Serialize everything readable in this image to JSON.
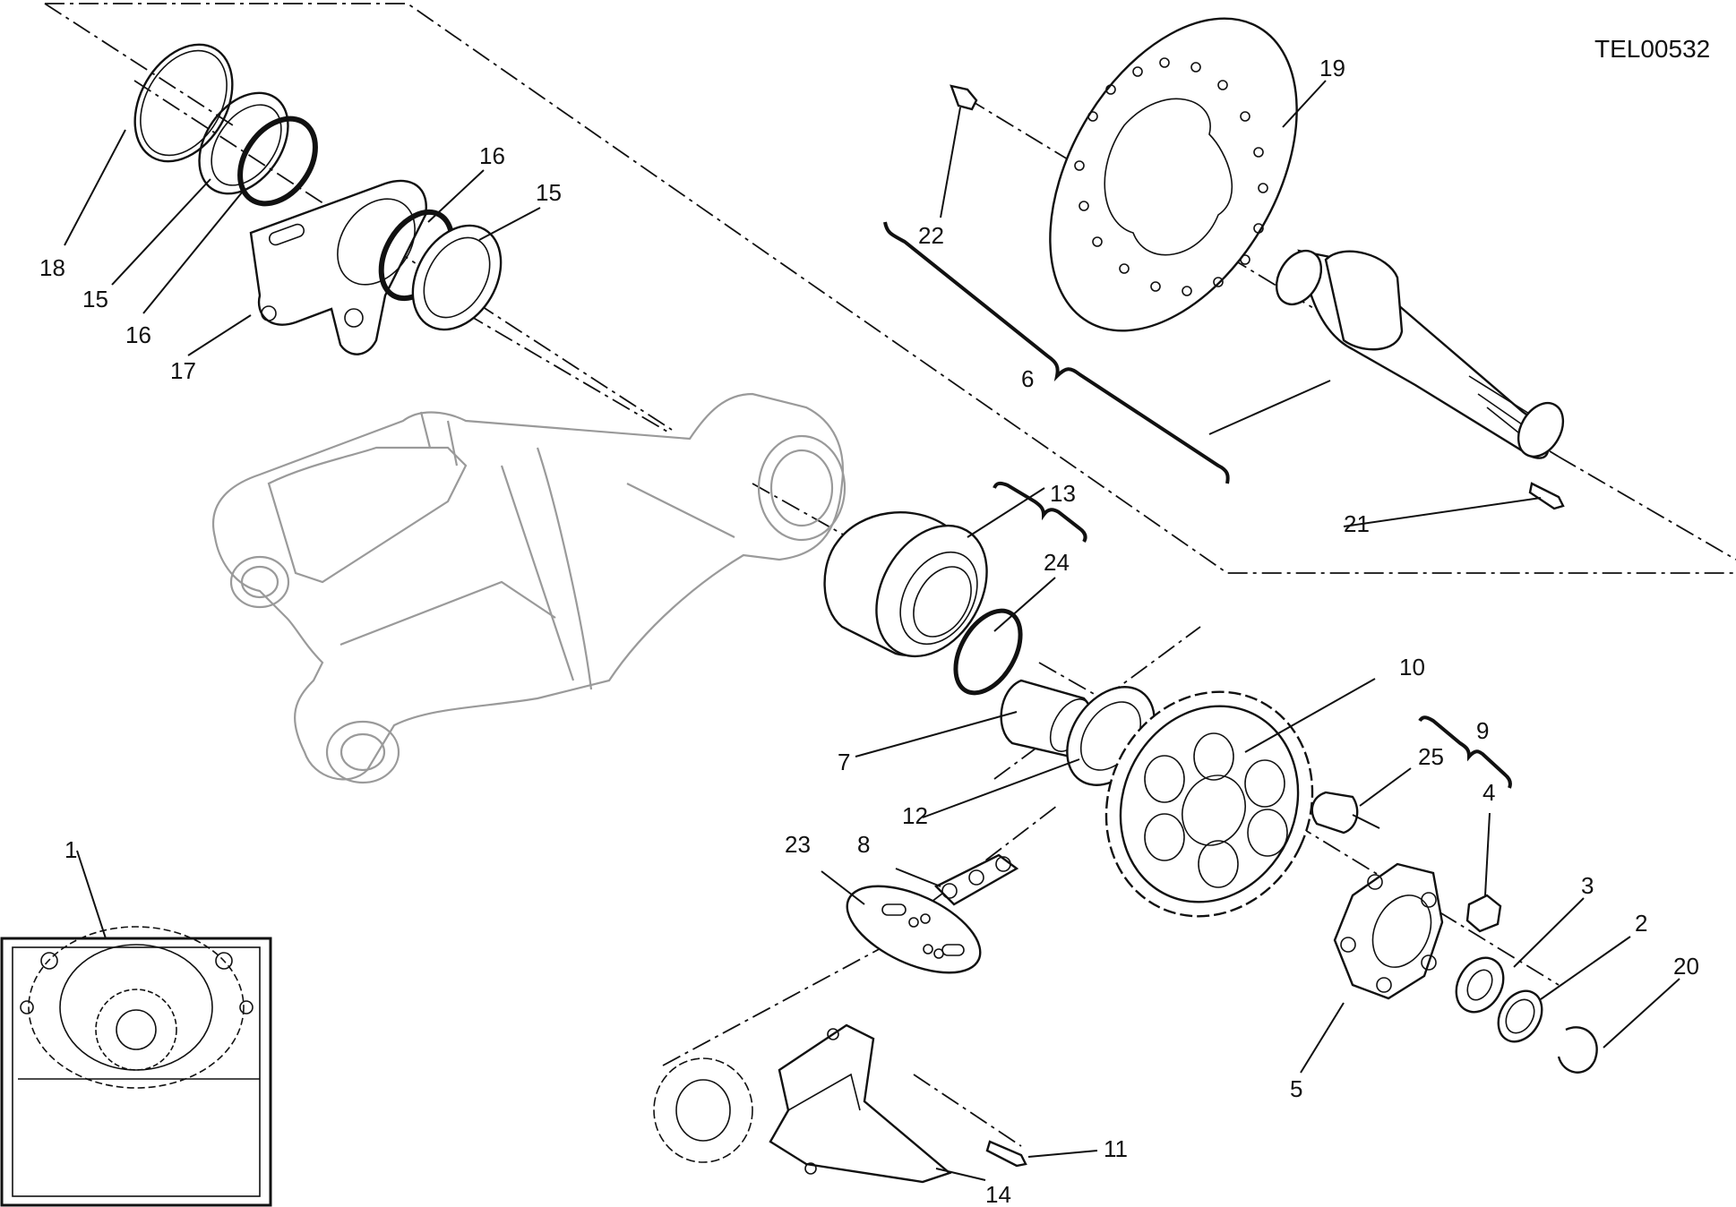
{
  "doc_code": "TEL00532",
  "callouts": [
    "1",
    "2",
    "3",
    "4",
    "5",
    "6",
    "7",
    "8",
    "9",
    "10",
    "11",
    "12",
    "13",
    "14",
    "15",
    "15",
    "16",
    "16",
    "17",
    "18",
    "19",
    "20",
    "21",
    "22",
    "23",
    "24",
    "25"
  ]
}
